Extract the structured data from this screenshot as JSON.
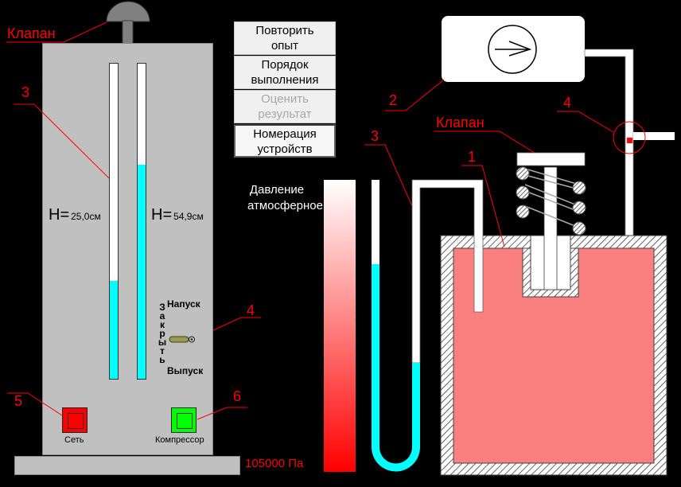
{
  "menu": {
    "buttons": [
      {
        "label": "Повторить опыт",
        "line1": "Повторить",
        "line2": "опыт",
        "state": "enabled"
      },
      {
        "label": "Порядок выполнения",
        "line1": "Порядок",
        "line2": "выполнения",
        "state": "enabled"
      },
      {
        "label": "Оценить результат",
        "line1": "Оценить",
        "line2": "результат",
        "state": "disabled"
      },
      {
        "label": "Номерация устройств",
        "line1": "Номерация",
        "line2": "устройств",
        "state": "active"
      }
    ]
  },
  "left_apparatus": {
    "valve_label": "Клапан",
    "callouts": {
      "tubes": "3",
      "switch": "4",
      "network": "5",
      "compressor": "6"
    },
    "tube_left": {
      "h_prefix": "H=",
      "value": "25,0",
      "unit": "см",
      "fill_fraction": 0.31
    },
    "tube_right": {
      "h_prefix": "H=",
      "value": "54,9",
      "unit": "см",
      "fill_fraction": 0.68
    },
    "switch": {
      "top_label": "Напуск",
      "side_label": "Закрыть",
      "bottom_label": "Выпуск"
    },
    "network_button": {
      "label": "Сеть",
      "color": "#ff0000"
    },
    "compressor_button": {
      "label": "Компрессор",
      "color": "#00ff00"
    }
  },
  "pressure": {
    "title_line1": "Давление",
    "title_line2": "атмосферное",
    "value_text": "105000 Па",
    "gradient_top": "#ffffff",
    "gradient_bottom": "#ff0000"
  },
  "right_diagram": {
    "callouts": {
      "vessel": "1",
      "pump": "2",
      "manometer": "3",
      "tap": "4"
    },
    "valve_label": "Клапан",
    "vessel_color": "#fa8080",
    "liquid_color": "#00ffff",
    "manometer_left_fill_fraction": 0.72,
    "manometer_right_fill_fraction": 0.38
  }
}
